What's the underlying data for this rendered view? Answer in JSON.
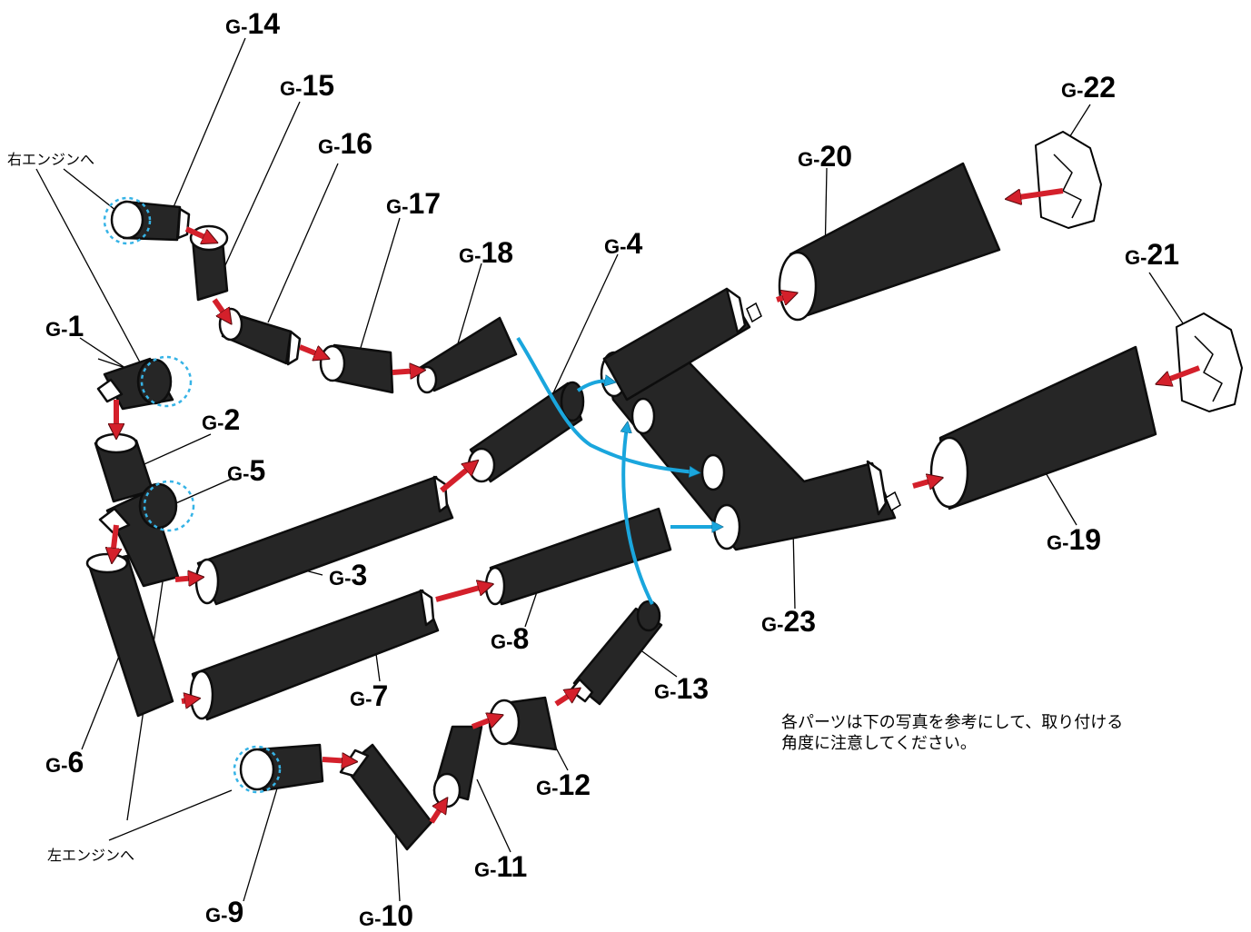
{
  "labels": {
    "prefix": "G-",
    "parts": [
      "14",
      "15",
      "16",
      "17",
      "18",
      "1",
      "2",
      "5",
      "3",
      "4",
      "20",
      "22",
      "21",
      "19",
      "23",
      "6",
      "7",
      "8",
      "13",
      "12",
      "11",
      "9",
      "10"
    ]
  },
  "engine_notes": {
    "right": "右エンジンへ",
    "left": "左エンジンへ"
  },
  "instruction": {
    "line1": "各パーツは下の写真を参考にして、取り付ける",
    "line2": "角度に注意してください。"
  },
  "colors": {
    "tube": "#262626",
    "red_arrow": "#d4202b",
    "blue_arrow": "#1aa6dd",
    "dashed_circle": "#36b3e6"
  }
}
